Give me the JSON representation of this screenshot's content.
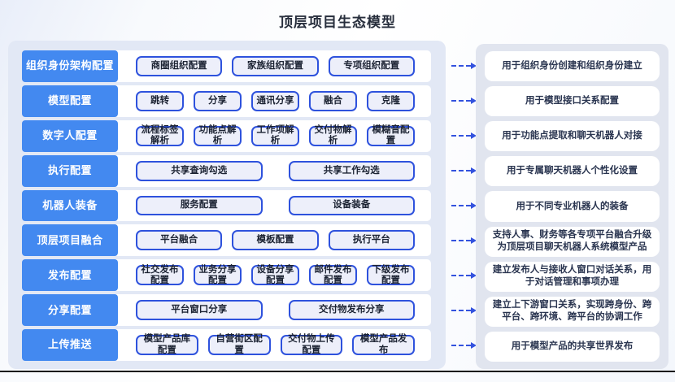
{
  "title": "顶层项目生态模型",
  "rows": [
    {
      "header": "组织身份架构配置",
      "buttons": [
        "商圈组织配置",
        "家族组织配置",
        "专项组织配置"
      ],
      "description": "用于组织身份创建和组织身份建立"
    },
    {
      "header": "模型配置",
      "buttons": [
        "跳转",
        "分享",
        "通讯分享",
        "融合",
        "克隆"
      ],
      "description": "用于模型接口关系配置"
    },
    {
      "header": "数字人配置",
      "buttons": [
        "流程标签解析",
        "功能点解析",
        "工作项解析",
        "交付物解析",
        "模糊音配置"
      ],
      "description": "用于功能点提取和聊天机器人对接"
    },
    {
      "header": "执行配置",
      "buttons": [
        "共享查询勾选",
        "共享工作勾选"
      ],
      "description": "用于专属聊天机器人个性化设置"
    },
    {
      "header": "机器人装备",
      "buttons": [
        "服务配置",
        "设备装备"
      ],
      "description": "用于不同专业机器人的装备"
    },
    {
      "header": "顶层项目融合",
      "buttons": [
        "平台融合",
        "模板配置",
        "执行平台"
      ],
      "description": "支持人事、财务等各专项平台融合升级为顶层项目聊天机器人系统模型产品"
    },
    {
      "header": "发布配置",
      "buttons": [
        "社交发布配置",
        "业务分享配置",
        "设备分享配置",
        "邮件发布配置",
        "下级发布配置"
      ],
      "description": "建立发布人与接收人窗口对话关系，用于对话管理和事项办理"
    },
    {
      "header": "分享配置",
      "buttons": [
        "平台窗口分享",
        "交付物发布分享"
      ],
      "description": "建立上下游窗口关系，实现跨身份、跨平台、跨环境、跨平台的协调工作"
    },
    {
      "header": "上传推送",
      "buttons": [
        "模型产品库配置",
        "自营街区配置",
        "交付物上传配置",
        "模型产品发布"
      ],
      "description": "用于模型产品的共享世界发布"
    }
  ],
  "colors": {
    "row_header_bg": "#4389f0",
    "row_header_text": "#ffffff",
    "chip_bg": "#edeffa",
    "chip_border": "#2e52dd",
    "chip_text": "#1c2333",
    "left_panel_bg": "#e2e8f5",
    "right_panel_bg": "#e1e5ef",
    "arrow": "#3352de",
    "title_text": "#272e3c",
    "description_text": "#2a3550"
  }
}
